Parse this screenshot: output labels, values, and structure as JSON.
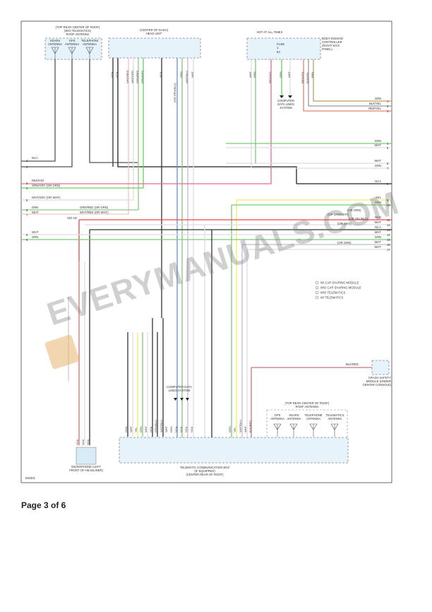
{
  "page": {
    "label": "Page 3 of 6",
    "diagram_id": "840301"
  },
  "watermark": "EVERYMANUALS.COM",
  "roof_antenna_top": {
    "location": "(TOP REAR CENTER OF ROOF)",
    "note": "(W/O TELEMATICS)",
    "name": "ROOF ANTENNA",
    "antennas": [
      "SDARS ANTENNA",
      "GPS ANTENNA",
      "TELEPHONE ANTENNA"
    ]
  },
  "head_unit": {
    "location": "(CENTER OF DASH)",
    "name": "HEAD UNIT",
    "wires": [
      "NCA",
      "NCA",
      "WHT/RED",
      "WHT/GRY",
      "GRN/RED",
      "GRN/GRY",
      "NCA",
      "(OR GRN/BLU)",
      "GRN",
      "WHT/BLU",
      "WHT"
    ]
  },
  "bdc": {
    "hot": "HOT AT ALL TIMES",
    "fuse": "FUSE",
    "fuse_no": "1",
    "amp": "5A",
    "name": "BODY DOMAIN CONTROLLER (RIGHT KICK PANEL)",
    "wires": [
      "WHT",
      "GRN",
      "RED/VIO",
      "GRN",
      "WHT",
      "RED/YEL",
      "BLK/YEL",
      "BRN"
    ],
    "data_lines": "COMPUTER DATA LINES SYSTEM"
  },
  "right_wires": [
    {
      "n": "1",
      "label": "GRN"
    },
    {
      "n": "2",
      "label": "BLK/YEL"
    },
    {
      "n": "3",
      "label": "RED/YEL"
    },
    {
      "n": "4",
      "label": "GRN"
    },
    {
      "n": "5",
      "label": "WHT"
    },
    {
      "n": "6",
      "label": "WHT"
    },
    {
      "n": "7",
      "label": "GRN"
    },
    {
      "n": "8",
      "label": "NCA"
    },
    {
      "n": "9",
      "label": "YEL"
    },
    {
      "n": "10",
      "label": "GRN"
    },
    {
      "n": "11",
      "label": "RED"
    },
    {
      "n": "12",
      "label": "WHT"
    },
    {
      "n": "13",
      "label": "NCA"
    },
    {
      "n": "14",
      "label": "WHT"
    },
    {
      "n": "15",
      "label": "GRN"
    },
    {
      "n": "16",
      "label": "WHT"
    },
    {
      "n": "17",
      "label": "WHT"
    }
  ],
  "left_wires": [
    {
      "n": "1",
      "label": "NCA"
    },
    {
      "n": "2",
      "label": "NCA"
    },
    {
      "n": "3",
      "label": "RED/VIO"
    },
    {
      "n": "4",
      "label": "GRN/GRY   (OR GRN)"
    },
    {
      "n": "5",
      "label": "WHT/GRY   (OR WHT)"
    },
    {
      "n": "6",
      "label": "GRN"
    },
    {
      "n": "7",
      "label": "WHT"
    },
    {
      "n": "8",
      "label": "WHT"
    },
    {
      "n": "9",
      "label": "GRN"
    }
  ],
  "splice": {
    "c1": "GRN/RED   (OR GRN)",
    "c2": "WHT/RED   (OR WHT)",
    "id": "S20 1B"
  },
  "right_notes": [
    "(OR GRN)",
    "(OR GRN/WHT)",
    "(OR YEL/BLU)",
    "(OR WHT)",
    "(OR GRN)"
  ],
  "legend": [
    "W/ CAR SHARING MODULE",
    "W/O CAR SHARING MODULE",
    "W/O TELEMATICS",
    "W/ TELEMATICS"
  ],
  "crash": {
    "wire": "BLK/RED",
    "name": "CRASH SAFETY MODULE (UNDER CENTER CONSOLE)"
  },
  "microphone": {
    "name": "MICROPHONE (LEFT FRONT OF HEADLINER)",
    "wires": [
      "NCA",
      "NCA",
      "NCA"
    ]
  },
  "tcb": {
    "name": "TELEMATIC COMMUNICATION BOX",
    "note": "(IF EQUIPPED)",
    "location": "(CENTER REAR OF ROOF)",
    "data_lines": "COMPUTER DATA LINES SYSTEM",
    "wires": [
      "NCA",
      "WHT",
      "YEL",
      "GRN",
      "WHT",
      "NCA",
      "GRN/BLU",
      "WHT/BLU",
      "WHT",
      "GRN",
      "NCA",
      "NCA",
      "NCA",
      "NCA",
      "GRN",
      "YEL",
      "WHT/BLU",
      "WHT",
      "BLK/RED"
    ]
  },
  "roof_antenna_bottom": {
    "location": "(TOP REAR CENTER OF ROOF)",
    "name": "ROOF ANTENNA",
    "antennas": [
      "GPS ANTENNA",
      "SDARS ANTENNA",
      "TELEPHONE ANTENNA",
      "TELEMATICS ANTENNA"
    ]
  }
}
